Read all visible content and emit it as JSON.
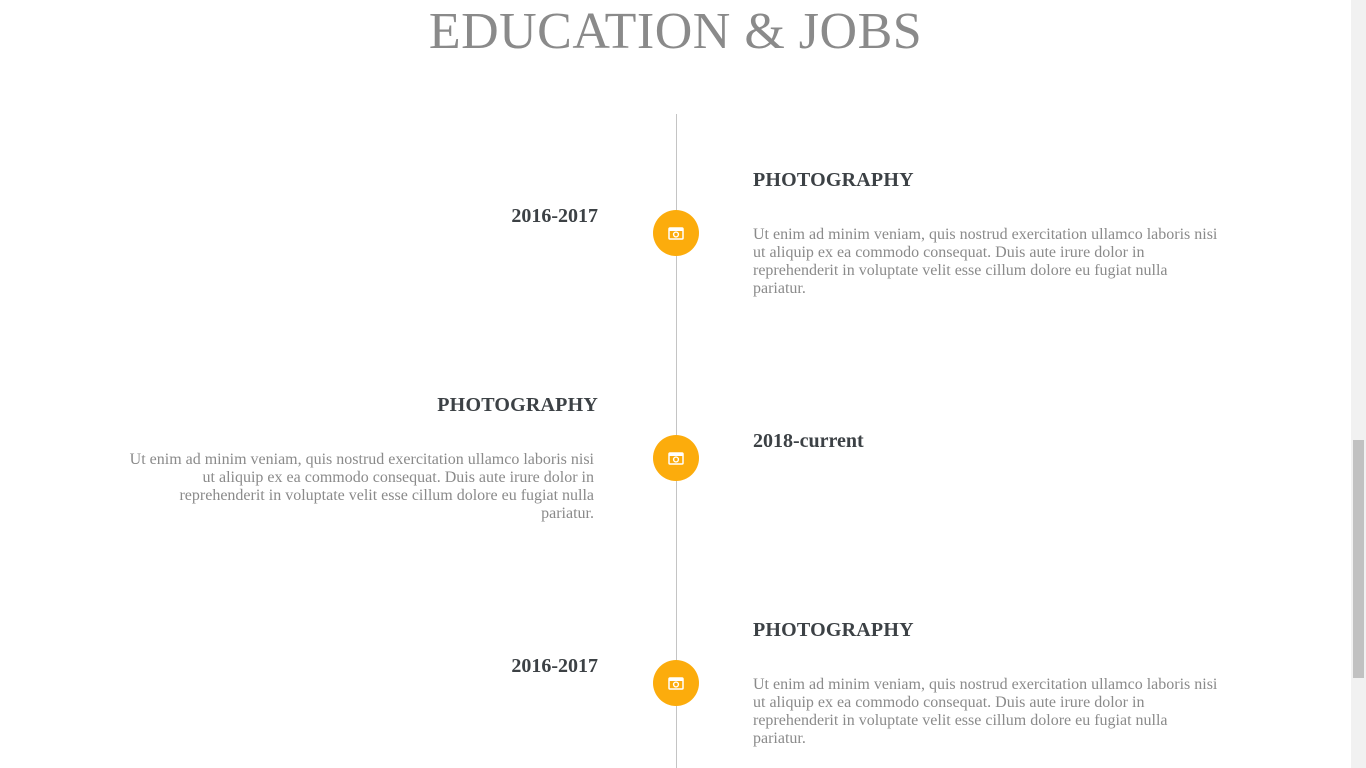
{
  "section": {
    "title": "EDUCATION & JOBS"
  },
  "timeline": {
    "items": [
      {
        "date": "2016-2017",
        "title": "PHOTOGRAPHY",
        "description": "Ut enim ad minim veniam, quis nostrud exercitation ullamco laboris nisi ut aliquip ex ea commodo consequat. Duis aute irure dolor in reprehenderit in voluptate velit esse cillum dolore eu fugiat nulla pariatur.",
        "icon": "camera-icon"
      },
      {
        "date": "2018-current",
        "title": "PHOTOGRAPHY",
        "description": "Ut enim ad minim veniam, quis nostrud exercitation ullamco laboris nisi ut aliquip ex ea commodo consequat. Duis aute irure dolor in reprehenderit in voluptate velit esse cillum dolore eu fugiat nulla pariatur.",
        "icon": "camera-icon"
      },
      {
        "date": "2016-2017",
        "title": "PHOTOGRAPHY",
        "description": "Ut enim ad minim veniam, quis nostrud exercitation ullamco laboris nisi ut aliquip ex ea commodo consequat. Duis aute irure dolor in reprehenderit in voluptate velit esse cillum dolore eu fugiat nulla pariatur.",
        "icon": "camera-icon"
      }
    ]
  },
  "colors": {
    "accent": "#fcac0c",
    "heading": "#3c4145",
    "body_text": "#8a8a8a",
    "title": "#8a8a8a",
    "line": "#c4c4c4"
  },
  "scrollbar": {
    "position_fraction": 0.75
  }
}
